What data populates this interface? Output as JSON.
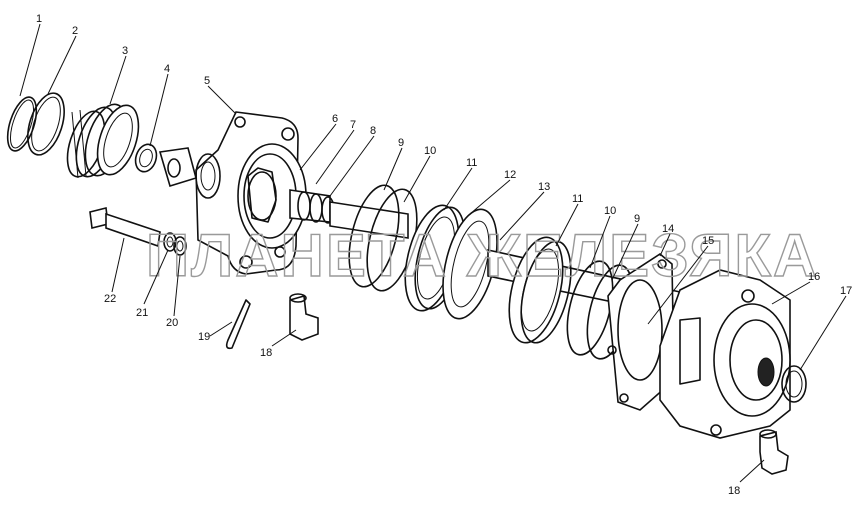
{
  "watermark": "ПЛАНЕТА ЖЕЛЕЗЯКА",
  "labels": [
    "1",
    "2",
    "3",
    "4",
    "5",
    "6",
    "7",
    "8",
    "9",
    "10",
    "11",
    "12",
    "13",
    "11",
    "10",
    "9",
    "14",
    "15",
    "16",
    "17",
    "18",
    "18",
    "19",
    "20",
    "21",
    "22"
  ]
}
